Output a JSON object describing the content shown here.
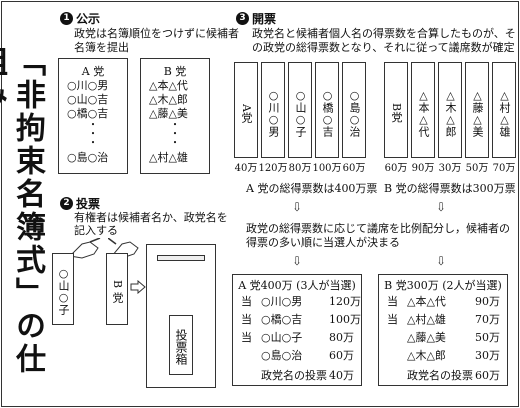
{
  "title": "「非拘束名簿式」の仕組み",
  "s1": {
    "num": "1",
    "heading": "公示",
    "text1": "政党は名簿順位をつけずに候補者",
    "text2": "名簿を提出",
    "listA": {
      "head": "A 党",
      "row1": "○川○男",
      "row2": "○山○吉",
      "row3": "○橋○吉",
      "last": "○島○治"
    },
    "listB": {
      "head": "B 党",
      "row1": "△本△代",
      "row2": "△木△郎",
      "row3": "△藤△美",
      "last": "△村△雄"
    },
    "dots": "・"
  },
  "s2": {
    "num": "2",
    "heading": "投票",
    "text1": "有権者は候補者名か、政党名を",
    "text2": "記入する",
    "ballot1": "○山○子",
    "ballot2": "B 党",
    "boxlabel": "投票箱"
  },
  "s3": {
    "num": "3",
    "heading": "開票",
    "text1": "政党名と候補者個人名の得票数を合算したものが、そ",
    "text2": "の政党の総得票数となり、それに従って議席数が確定",
    "colsA": [
      {
        "name": "A党",
        "votes": "40万"
      },
      {
        "name": "○川○男",
        "votes": "120万"
      },
      {
        "name": "○山○子",
        "votes": "80万"
      },
      {
        "name": "○橋○吉",
        "votes": "100万"
      },
      {
        "name": "○島○治",
        "votes": "60万"
      }
    ],
    "colsB": [
      {
        "name": "B党",
        "votes": "60万"
      },
      {
        "name": "△本△代",
        "votes": "90万"
      },
      {
        "name": "△木△郎",
        "votes": "30万"
      },
      {
        "name": "△藤△美",
        "votes": "50万"
      },
      {
        "name": "△村△雄",
        "votes": "70万"
      }
    ],
    "totalA": "A 党の総得票数は400万票",
    "totalB": "B 党の総得票数は300万票",
    "arrow": "⇩",
    "text3": "政党の総得票数に応じて議席を比例配分し，候補者の",
    "text4": "得票の多い順に当選人が決まる",
    "resA": {
      "head": "A 党400万 (3人が当選)",
      "rows": [
        {
          "win": "当",
          "name": "○川○男",
          "votes": "120万"
        },
        {
          "win": "当",
          "name": "○橋○吉",
          "votes": "100万"
        },
        {
          "win": "当",
          "name": "○山○子",
          "votes": "80万"
        },
        {
          "win": "",
          "name": "○島○治",
          "votes": "60万"
        }
      ],
      "party_label": "政党名の投票",
      "party_votes": "40万"
    },
    "resB": {
      "head": "B 党300万 (2人が当選)",
      "rows": [
        {
          "win": "当",
          "name": "△本△代",
          "votes": "90万"
        },
        {
          "win": "当",
          "name": "△村△雄",
          "votes": "70万"
        },
        {
          "win": "",
          "name": "△藤△美",
          "votes": "50万"
        },
        {
          "win": "",
          "name": "△木△郎",
          "votes": "30万"
        }
      ],
      "party_label": "政党名の投票",
      "party_votes": "60万"
    }
  }
}
